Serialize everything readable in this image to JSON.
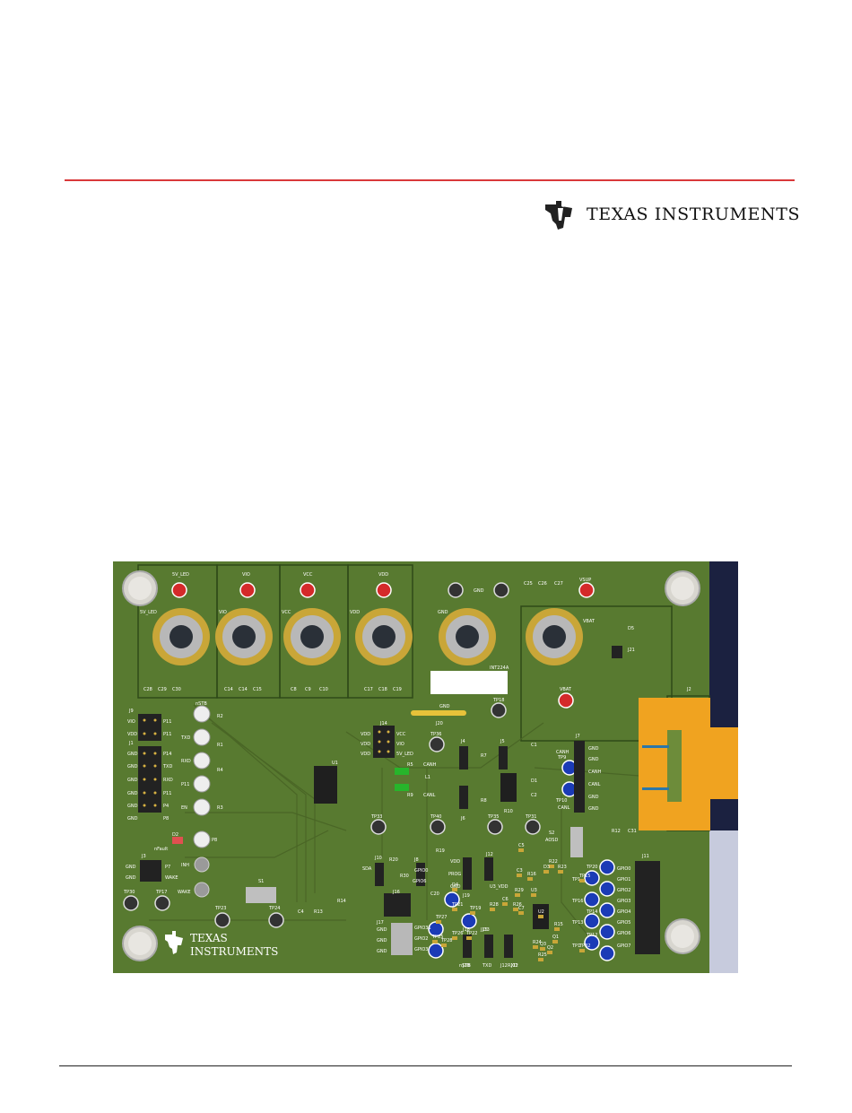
{
  "header": {
    "brand_logo": "TEXAS INSTRUMENTS",
    "logo_icon": "ti-logo-icon",
    "rule_color": "#d9383a"
  },
  "board": {
    "part_label": "INT224A",
    "brand_text_line1": "TEXAS",
    "brand_text_line2": "INSTRUMENTS",
    "power_labels": [
      "5V_LED",
      "VIO",
      "VCC",
      "VDD"
    ],
    "jack_labels": [
      "5V_LED",
      "VIO",
      "VCC",
      "VDD",
      "GND",
      "VBAT"
    ],
    "top_labels": [
      "GND",
      "VSUP"
    ],
    "cap_labels": [
      "C28",
      "C29",
      "C30",
      "C14",
      "C14",
      "C15",
      "C8",
      "C9",
      "C10",
      "C17",
      "C18",
      "C19",
      "C25",
      "C26",
      "C27"
    ],
    "j9": {
      "name": "J9",
      "rows": [
        "VIO",
        "VDD"
      ],
      "pins": [
        "P11",
        "P11"
      ]
    },
    "j1": {
      "name": "J1",
      "rows": [
        "GND",
        "GND",
        "GND",
        "GND",
        "GND",
        "GND"
      ],
      "pins": [
        "P14",
        "TXD",
        "RXD",
        "P11",
        "P4",
        "P8"
      ]
    },
    "led_labels": [
      "nSTB",
      "TXD",
      "RXD",
      "P11",
      "EN",
      "P8"
    ],
    "r_labels": [
      "R2",
      "R1",
      "R4",
      "R3"
    ],
    "fault": {
      "d": "D2",
      "label": "nFault"
    },
    "j3": {
      "name": "J3",
      "rows": [
        "GND",
        "GND"
      ],
      "pins": [
        "P7",
        "WAKE"
      ]
    },
    "inh_wake": [
      "INH",
      "WAKE"
    ],
    "bottom_tps": [
      "TP30",
      "TP17",
      "TP23",
      "TP24"
    ],
    "s1": "S1",
    "c4r13r14": [
      "C4",
      "R13",
      "R14"
    ],
    "u1": "U1",
    "j14": {
      "name": "J14",
      "rows": [
        "VDD",
        "VDD",
        "VDD"
      ],
      "pins": [
        "VCC",
        "VIO",
        "5V_LED"
      ]
    },
    "j20": {
      "name": "J20",
      "label": "GND"
    },
    "tp_mid": [
      "TP36",
      "TP18"
    ],
    "can_labels": {
      "r5": "R5",
      "canh": "CANH",
      "l1": "L1",
      "r9": "R9",
      "canl": "CANL"
    },
    "j4j5j6": [
      "J4",
      "J5",
      "J6"
    ],
    "r7r8r10": [
      "R7",
      "R8",
      "R10"
    ],
    "c1c2": [
      "C1",
      "C2"
    ],
    "d1": "D1",
    "j7": {
      "name": "J7",
      "pins": [
        "GND",
        "GND",
        "CANH",
        "CANL",
        "GND",
        "GND"
      ]
    },
    "tp_can": [
      "CANH",
      "TP9",
      "TP10",
      "CANL"
    ],
    "vbat_tp": "VBAT",
    "d5j21": [
      "D5",
      "J21"
    ],
    "j2": "J2",
    "tp_row2": [
      "TP33",
      "TP40",
      "TP35",
      "TP31"
    ],
    "s2": {
      "name": "S2",
      "label": "AOSD"
    },
    "r12c31": [
      "R12",
      "C31"
    ],
    "j11": "J11",
    "gpio_labels": [
      "GPIO0",
      "GPIO1",
      "GPIO2",
      "GPIO3",
      "GPIO4",
      "GPIO5",
      "GPIO6",
      "GPIO7"
    ],
    "tp_gpio": [
      "TP20",
      "TP1",
      "TP16",
      "TP14",
      "TP13",
      "TP12",
      "TP1"
    ],
    "j10": {
      "name": "J10",
      "label": "SDA"
    },
    "j16": "J16",
    "j17": {
      "name": "J17",
      "rows": [
        "GND",
        "GND",
        "GND"
      ],
      "pins": [
        "GPIO31",
        "GPIO2",
        "GPIO3"
      ]
    },
    "prog": [
      "R19",
      "VDD",
      "PROG",
      "GND"
    ],
    "mid_labels": [
      "GPIO0",
      "GPIO6",
      "C20",
      "J8",
      "R20",
      "R30",
      "J12",
      "J19",
      "J18",
      "J13",
      "J12",
      "U3_VDD"
    ],
    "j_bottom": [
      "J18",
      "J15",
      "J12"
    ],
    "j_bottom_labels": [
      "nSTB",
      "TXD",
      "RXD"
    ],
    "misc_small": [
      "C3",
      "C5",
      "C6",
      "C7",
      "R22",
      "R23",
      "R24",
      "R25",
      "R26",
      "R28",
      "R29",
      "U2",
      "U3",
      "Q1",
      "Q2",
      "Q3",
      "R15",
      "R16",
      "D3",
      "D4",
      "TP21",
      "TP19",
      "TP22",
      "TP27",
      "TP25",
      "TP26",
      "TP28",
      "TP15",
      "TP32"
    ]
  }
}
